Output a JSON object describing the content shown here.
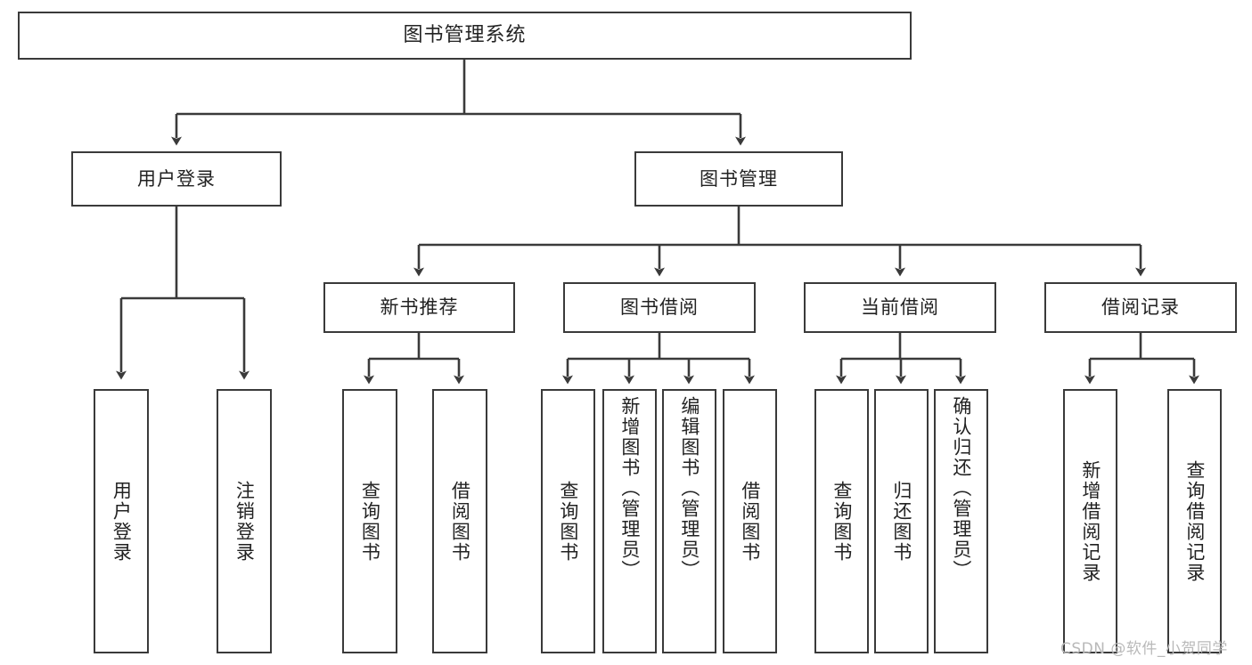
{
  "diagram": {
    "type": "tree",
    "title": "图书管理系统",
    "orientation": "top-down",
    "levels": 4,
    "colors": {
      "box_border": "#3a3a3a",
      "box_fill": "#ffffff",
      "connector": "#3a3a3a",
      "text": "#222222",
      "watermark": "#b9b9b9",
      "background": "#ffffff"
    }
  },
  "root": {
    "label": "图书管理系统"
  },
  "level2": [
    {
      "label": "用户登录"
    },
    {
      "label": "图书管理"
    }
  ],
  "level3": [
    {
      "label": "新书推荐"
    },
    {
      "label": "图书借阅"
    },
    {
      "label": "当前借阅"
    },
    {
      "label": "借阅记录"
    }
  ],
  "leaves": {
    "user_login": [
      {
        "label": "用户登录"
      },
      {
        "label": "注销登录"
      }
    ],
    "new_book": [
      {
        "label": "查询图书"
      },
      {
        "label": "借阅图书"
      }
    ],
    "book_borrow": [
      {
        "label": "查询图书"
      },
      {
        "label": "新增图书（管理员）"
      },
      {
        "label": "编辑图书（管理员）"
      },
      {
        "label": "借阅图书"
      }
    ],
    "current_borrow": [
      {
        "label": "查询图书"
      },
      {
        "label": "归还图书"
      },
      {
        "label": "确认归还（管理员）"
      }
    ],
    "borrow_record": [
      {
        "label": "新增借阅记录"
      },
      {
        "label": "查询借阅记录"
      }
    ]
  },
  "watermark": {
    "text": "CSDN @软件_小贺同学"
  }
}
